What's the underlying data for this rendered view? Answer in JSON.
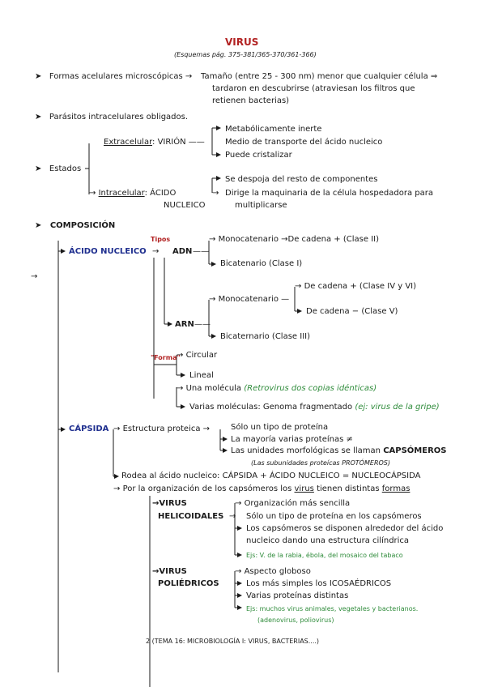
{
  "header": {
    "title": "VIRUS",
    "subtitle": "(Esquemas pág. 375-381/365-370/361-366)"
  },
  "intro": {
    "b1_left": "Formas acelulares microscópicas",
    "b1_right_l1": "Tamaño (entre 25 - 300 nm) menor que cualquier célula ⇒",
    "b1_right_l2": "tardaron en descubrirse (atraviesan los filtros que",
    "b1_right_l3": "retienen bacterias)",
    "b2": "Parásitos intracelulares obligados.",
    "estados": "Estados",
    "extracelular_label": "Extracelular",
    "extracelular_rest": ": VIRIÓN",
    "ext_items": [
      "Metabólicamente inerte",
      "Medio de transporte del ácido nucleico",
      "Puede cristalizar"
    ],
    "intracelular_label": "Intracelular",
    "intracelular_rest": ": ÁCIDO",
    "intracelular_l2": "NUCLEICO",
    "int_items": [
      "Se despoja del resto de componentes",
      "Dirige la maquinaria de la célula hospedadora para",
      "multiplicarse"
    ]
  },
  "composicion": {
    "heading": "COMPOSICIÓN",
    "margin_arrow": "→",
    "acido": {
      "label": "ÁCIDO NUCLEICO",
      "tipos": "Tipos",
      "adn": "ADN",
      "adn_mono": "Monocatenario",
      "adn_mono_res": "De cadena + (Clase II)",
      "adn_bi": "Bicatenario (Clase I)",
      "arn": "ARN",
      "arn_mono": "Monocatenario",
      "arn_pos": "De cadena + (Clase IV y VI)",
      "arn_neg": "De cadena − (Clase V)",
      "arn_bi": "Bicaternario (Clase III)",
      "forma": "\"Forma\"",
      "circular": "Circular",
      "lineal": "Lineal",
      "una": "Una molécula",
      "una_note": "(Retrovirus dos copias idénticas)",
      "varias": "Varias moléculas: Genoma fragmentado",
      "varias_note": "(ej: virus de la gripe)"
    },
    "capsida": {
      "label": "CÁPSIDA",
      "estructura": "Estructura proteica",
      "items": [
        "Sólo un tipo de proteína",
        "La mayoría varias proteínas ≠"
      ],
      "unidades": "Las unidades morfológicas se llaman",
      "capsomeros": "CAPSÓMEROS",
      "subunidades": "(Las subunidades proteícas PROTÓMEROS)",
      "rodea": "Rodea al ácido nucleico: CÁPSIDA + ÁCIDO NUCLEICO = NUCLEOCÁPSIDA",
      "por_pre": "Por la organización de los capsómeros los",
      "por_virus": "virus",
      "por_mid": "tienen distintas",
      "por_formas": "formas",
      "helic_l1": "VIRUS",
      "helic_l2": "HELICOIDALES",
      "helic_items": [
        "Organización más sencilla",
        "Sólo un tipo de proteína en los capsómeros",
        "Los capsómeros se disponen alrededor del ácido",
        "nucleico dando una estructura cilíndrica"
      ],
      "helic_ej": "Ejs: V. de la rabia, ébola, del mosaico del tabaco",
      "polie_l1": "VIRUS",
      "polie_l2": "POLIÉDRICOS",
      "polie_items": [
        "Aspecto globoso",
        "Los más simples los ICOSAÉDRICOS",
        "Varias proteínas distintas"
      ],
      "polie_ej_l1": "Ejs: muchos virus animales, vegetales y bacterianos.",
      "polie_ej_l2": "(adenovirus, poliovirus)"
    }
  },
  "footer": "2 (TEMA 16: MICROBIOLOGÍA I: VIRUS, BACTERIAS....)"
}
